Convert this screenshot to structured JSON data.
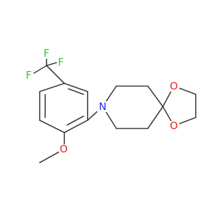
{
  "molecule": {
    "colors": {
      "bond": "#3b3b3b",
      "carbon": "#3b3b3b",
      "nitrogen": "#1f2ff0",
      "oxygen": "#e8282a",
      "fluorine": "#32c832"
    },
    "atom_labels": {
      "f_top": "F",
      "f_left": "F",
      "f_right": "F",
      "o_methoxy": "O",
      "n_ring": "N",
      "o_ketal_top": "O",
      "o_ketal_bottom": "O"
    }
  }
}
